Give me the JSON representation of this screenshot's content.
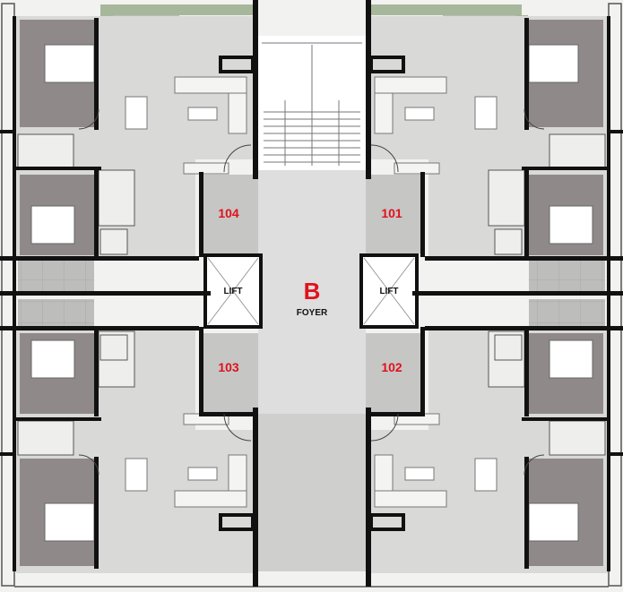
{
  "wing": "B",
  "foyer_label": "FOYER",
  "lift_label": "LIFT",
  "units": {
    "u101": "101",
    "u102": "102",
    "u103": "103",
    "u104": "104"
  },
  "colors": {
    "wall": "#111111",
    "unit_label": "#e0121d",
    "floor": "#d9d9d7",
    "bedroom": "#8f8a89",
    "garden": "#a7b79b",
    "stair": "#ededed",
    "white": "#ffffff"
  }
}
